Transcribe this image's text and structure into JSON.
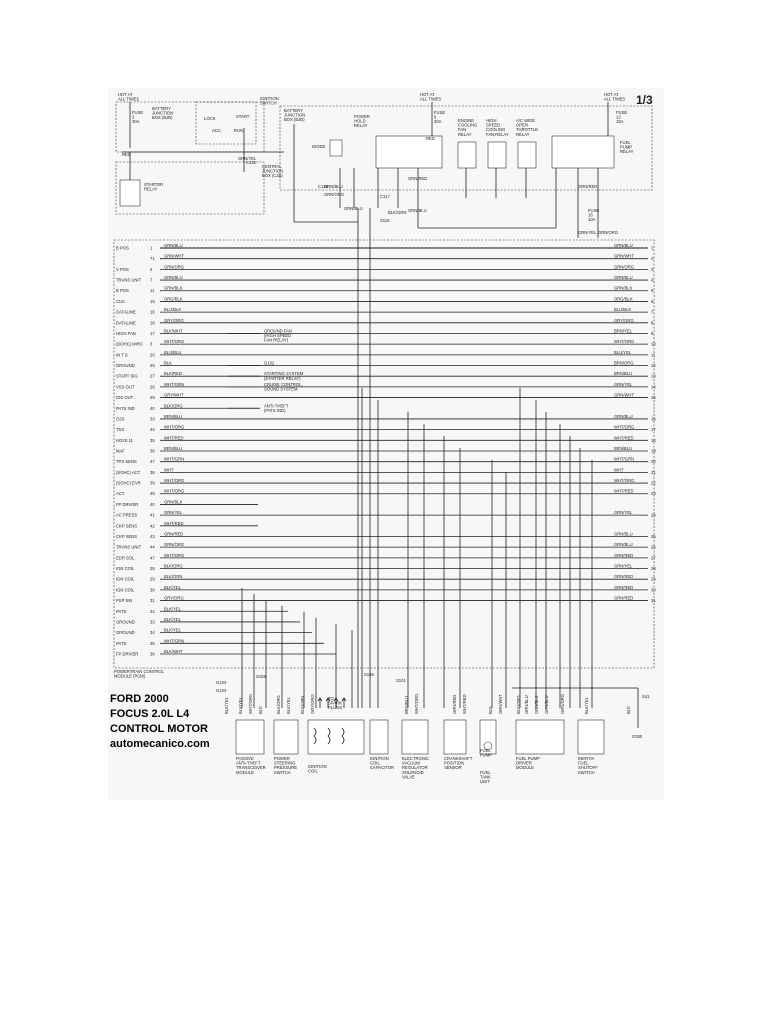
{
  "page_number": "1/3",
  "title": {
    "line1": "FORD 2000",
    "line2": "FOCUS 2.0L L4",
    "line3": "CONTROL MOTOR",
    "line4": "automecanico.com"
  },
  "top": {
    "hot_left": "HOT AT\nALL TIMES",
    "hot_mid": "HOT AT\nALL TIMES",
    "hot_right": "HOT AT\nALL TIMES",
    "fuse_left": "FUSE\n3\n30A",
    "battery_box": "BATTERY\nJUNCTION\nBOX (BJB)",
    "ignition_switch": "IGNITION\nSWITCH",
    "battery_box2": "BATTERY\nJUNCTION\nBOX (BJB)",
    "lock": "LOCK",
    "start": "START",
    "acc": "ACC",
    "run": "RUN",
    "fuse_mid": "FUSE\n9\n30A",
    "fuse_right": "FUSE\n12\n15A",
    "diode": "DIODE",
    "power_hold": "POWER\nHOLD\nRELAY",
    "engine_cooling": "ENGINE\nCOOLING\nFAN\nRELAY",
    "high_speed": "HIGH\nSPEED\nCOOLING\nFAN RELAY",
    "ac_wot": "A/C WIDE\nOPEN\nTHROTTLE\nRELAY",
    "fuel_pump_relay": "FUEL\nPUMP\nRELAY",
    "central_box": "CENTRAL\nJUNCTION\nBOX (CJB)",
    "starter_relay": "STARTER\nRELAY",
    "fuse_16": "FUSE\n16\n10A",
    "wire_labels": [
      "RED",
      "GRN/YEL",
      "RED",
      "GRN/BLU",
      "GRN/ORG",
      "GRN/BLU",
      "GRN/RED",
      "BLK/GRN",
      "GRN/BLU",
      "GRN/YEL",
      "GRN/ORG",
      "GRN/RED"
    ],
    "c_labels": [
      "C132",
      "C118",
      "C117",
      "S116"
    ]
  },
  "pcm": {
    "label": "POWERTRAIN CONTROL\nMODULE (PCM)",
    "ground_g103": "G103",
    "pins": [
      {
        "name": "B POS",
        "pin": "1",
        "wire": "GRN/BLU",
        "out": "GRN/BLU",
        "ref": "1"
      },
      {
        "name": "",
        "pin": "71",
        "wire": "GRN/WHT",
        "out": "GRN/WHT",
        "ref": "2"
      },
      {
        "name": "V POS",
        "pin": "2",
        "wire": "GRN/ORG",
        "out": "GRN/ORG",
        "ref": "3"
      },
      {
        "name": "TRANS UNIT",
        "pin": "7",
        "wire": "GRN/BLU",
        "out": "GRN/BLU",
        "ref": "4"
      },
      {
        "name": "B POS",
        "pin": "11",
        "wire": "GRN/BLK",
        "out": "GRN/BLK",
        "ref": "5"
      },
      {
        "name": "CUC",
        "pin": "15",
        "wire": "ORG/BLK",
        "out": "ORG/BLK",
        "ref": "6"
      },
      {
        "name": "DATALINE",
        "pin": "16",
        "wire": "BLU/BLK",
        "out": "BLU/BLK",
        "ref": "7"
      },
      {
        "name": "DATALINE",
        "pin": "18",
        "wire": "GRY/ORG",
        "out": "GRY/ORG",
        "ref": "8"
      },
      {
        "name": "HIGH FAN",
        "pin": "17",
        "wire": "BLK/WHT",
        "out": "BRN/YEL",
        "ref": "9"
      },
      {
        "name": "(DOHC) MIRC",
        "pin": "3",
        "wire": "WHT/ORG",
        "out": "WHT/ORG",
        "ref": "10"
      },
      {
        "name": "IN T S",
        "pin": "20",
        "wire": "BLU/BLU",
        "out": "BLU/YEL",
        "ref": "11"
      },
      {
        "name": "GROUND",
        "pin": "25",
        "wire": "BLK",
        "out": "BRN/ORG",
        "ref": "12"
      },
      {
        "name": "START SIG",
        "pin": "27",
        "wire": "BLK/RED",
        "out": "BRN/BLU",
        "ref": "13"
      },
      {
        "name": "VSS OUT",
        "pin": "26",
        "wire": "WHT/GRN",
        "out": "GRN/YEL",
        "ref": "14"
      },
      {
        "name": "IOS OUT",
        "pin": "29",
        "wire": "GRY/WHT",
        "out": "GRN/WHT",
        "ref": "15"
      },
      {
        "name": "PATS IND",
        "pin": "40",
        "wire": "BLK/ORG",
        "out": "",
        "ref": ""
      },
      {
        "name": "O2S",
        "pin": "33",
        "wire": "BRN/BLU",
        "out": "GRN/BLU",
        "ref": "16"
      },
      {
        "name": "TSS",
        "pin": "34",
        "wire": "WHT/ORG",
        "out": "WHT/ORG",
        "ref": "17"
      },
      {
        "name": "HO2S 11",
        "pin": "35",
        "wire": "WHT/RED",
        "out": "WHT/RED",
        "ref": "18"
      },
      {
        "name": "MAF",
        "pin": "36",
        "wire": "BRN/BLU",
        "out": "BRN/BLU",
        "ref": "19"
      },
      {
        "name": "TPS SENS",
        "pin": "37",
        "wire": "WHT/GRN",
        "out": "WHT/GRN",
        "ref": "20"
      },
      {
        "name": "(SOHC) ACT",
        "pin": "38",
        "wire": "WHT",
        "out": "WHT",
        "ref": "21"
      },
      {
        "name": "(SOHC) EVR",
        "pin": "39",
        "wire": "WHT/ORG",
        "out": "WHT/ORG",
        "ref": "22"
      },
      {
        "name": "ACT",
        "pin": "39",
        "wire": "WHT/ORG",
        "out": "WHT/RED",
        "ref": "23"
      },
      {
        "name": "FP DRIVER",
        "pin": "40",
        "wire": "GRN/BLK",
        "out": "",
        "ref": ""
      },
      {
        "name": "AC PRESS",
        "pin": "41",
        "wire": "GRN/YEL",
        "out": "GRN/YEL",
        "ref": "24"
      },
      {
        "name": "CKP SENS",
        "pin": "42",
        "wire": "WHT/RED",
        "out": "",
        "ref": ""
      },
      {
        "name": "CKP SENS",
        "pin": "43",
        "wire": "GRN/RED",
        "out": "GRN/BLU",
        "ref": "25"
      },
      {
        "name": "TRANS UNIT",
        "pin": "44",
        "wire": "GRN/ORG",
        "out": "GRN/BLU",
        "ref": "26"
      },
      {
        "name": "EDR SOL",
        "pin": "47",
        "wire": "WHT/ORG",
        "out": "GRN/RED",
        "ref": "27"
      },
      {
        "name": "IGN COIL",
        "pin": "28",
        "wire": "BLK/ORG",
        "out": "GRN/YEL",
        "ref": "28"
      },
      {
        "name": "IGN COIL",
        "pin": "29",
        "wire": "BLK/GRN",
        "out": "GRN/RED",
        "ref": "29"
      },
      {
        "name": "IGN COIL",
        "pin": "30",
        "wire": "BLK/YEL",
        "out": "GRN/RED",
        "ref": "30"
      },
      {
        "name": "PSP SW",
        "pin": "31",
        "wire": "GRY/ORG",
        "out": "GRN/RED",
        "ref": "31"
      },
      {
        "name": "PATS",
        "pin": "32",
        "wire": "BLK/YEL",
        "out": "",
        "ref": ""
      },
      {
        "name": "GROUND",
        "pin": "33",
        "wire": "BLK/YEL",
        "out": "",
        "ref": ""
      },
      {
        "name": "GROUND",
        "pin": "34",
        "wire": "BLK/YEL",
        "out": "",
        "ref": ""
      },
      {
        "name": "PATS",
        "pin": "35",
        "wire": "WHT/GRN",
        "out": "",
        "ref": ""
      },
      {
        "name": "FP DRIVER",
        "pin": "36",
        "wire": "BLK/WHT",
        "out": "",
        "ref": ""
      }
    ],
    "notes": [
      {
        "text": "GROUND FAN\n(HIGH SPEED\nFAN RELAY)",
        "row": 8
      },
      {
        "text": "G102",
        "row": 11
      },
      {
        "text": "STARTING SYSTEM\n(STARTER RELAY)",
        "row": 12
      },
      {
        "text": "CRUISE CONTROL,\nSOUND SYSTEM",
        "row": 13
      },
      {
        "text": "ANTI-THEFT\n(PATS IND)",
        "row": 15
      }
    ]
  },
  "bottom": {
    "s_labels": [
      "S165",
      "S166",
      "S101",
      "G103"
    ],
    "to_spark": "TO\nSPARK\nPLUGS",
    "components": [
      "PASSIVE\nANTI-THEFT\nTRANSCEIVER\nMODULE",
      "POWER\nSTEERING\nPRESSURE\nSWITCH",
      "IGNITION\nCOIL",
      "IGNITION\nCOIL\nCAPACITOR",
      "ELECTRONIC\nVACUUM\nREGULATOR\nSOLENOID\nVALVE",
      "CRANKSHAFT\nPOSITION\nSENSOR",
      "FUEL\nPUMP",
      "FUEL\nTANK\nUNIT",
      "FUEL PUMP\nDRIVER\nMODULE",
      "INERTIA\nFUEL\nSHUTOFF\nSWITCH"
    ],
    "wire_labels": [
      "BLK/YEL",
      "BLK/YEL",
      "WHT/GRN",
      "BLK",
      "BLK/ORG",
      "BLK/YEL",
      "BLK/GRN",
      "GRY/ORG",
      "BRN/BLU",
      "WHT/ORG",
      "GRN/RED",
      "WHT/RED",
      "BLK",
      "GRN/WHT",
      "BLK/ORG",
      "GRN/BLU",
      "GRN/BLK",
      "GRN/BLU",
      "GRN/ORG",
      "BLK/YEL",
      "BLK"
    ],
    "ground_g300": "G300",
    "s_right": "S41"
  }
}
